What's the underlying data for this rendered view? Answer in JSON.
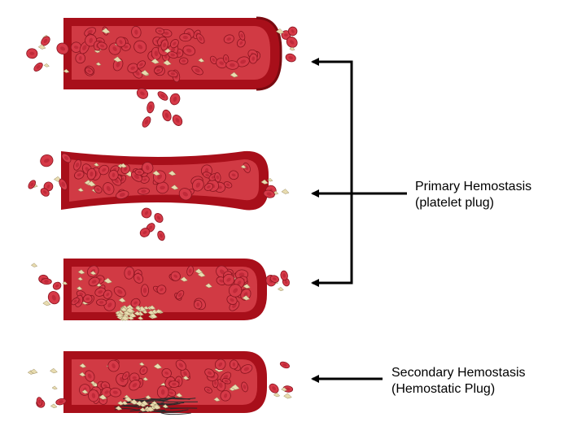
{
  "labels": {
    "primary_line1": "Primary Hemostasis",
    "primary_line2": "(platelet plug)",
    "secondary_line1": "Secondary Hemostasis",
    "secondary_line2": "(Hemostatic Plug)"
  },
  "colors": {
    "vessel_wall": "#b0101a",
    "vessel_wall_dark": "#7a0a10",
    "vessel_lumen": "#d8404a",
    "rbc_fill": "#d63a48",
    "rbc_center": "#b02030",
    "platelet": "#e8dcb0",
    "fibrin": "#2a2a2a",
    "arrow": "#000000"
  },
  "stages": [
    {
      "id": "vessel-injury",
      "feature": "bleeding"
    },
    {
      "id": "vasoconstriction",
      "feature": "constricted"
    },
    {
      "id": "platelet-plug",
      "feature": "platelets"
    },
    {
      "id": "fibrin-clot",
      "feature": "fibrin"
    }
  ]
}
